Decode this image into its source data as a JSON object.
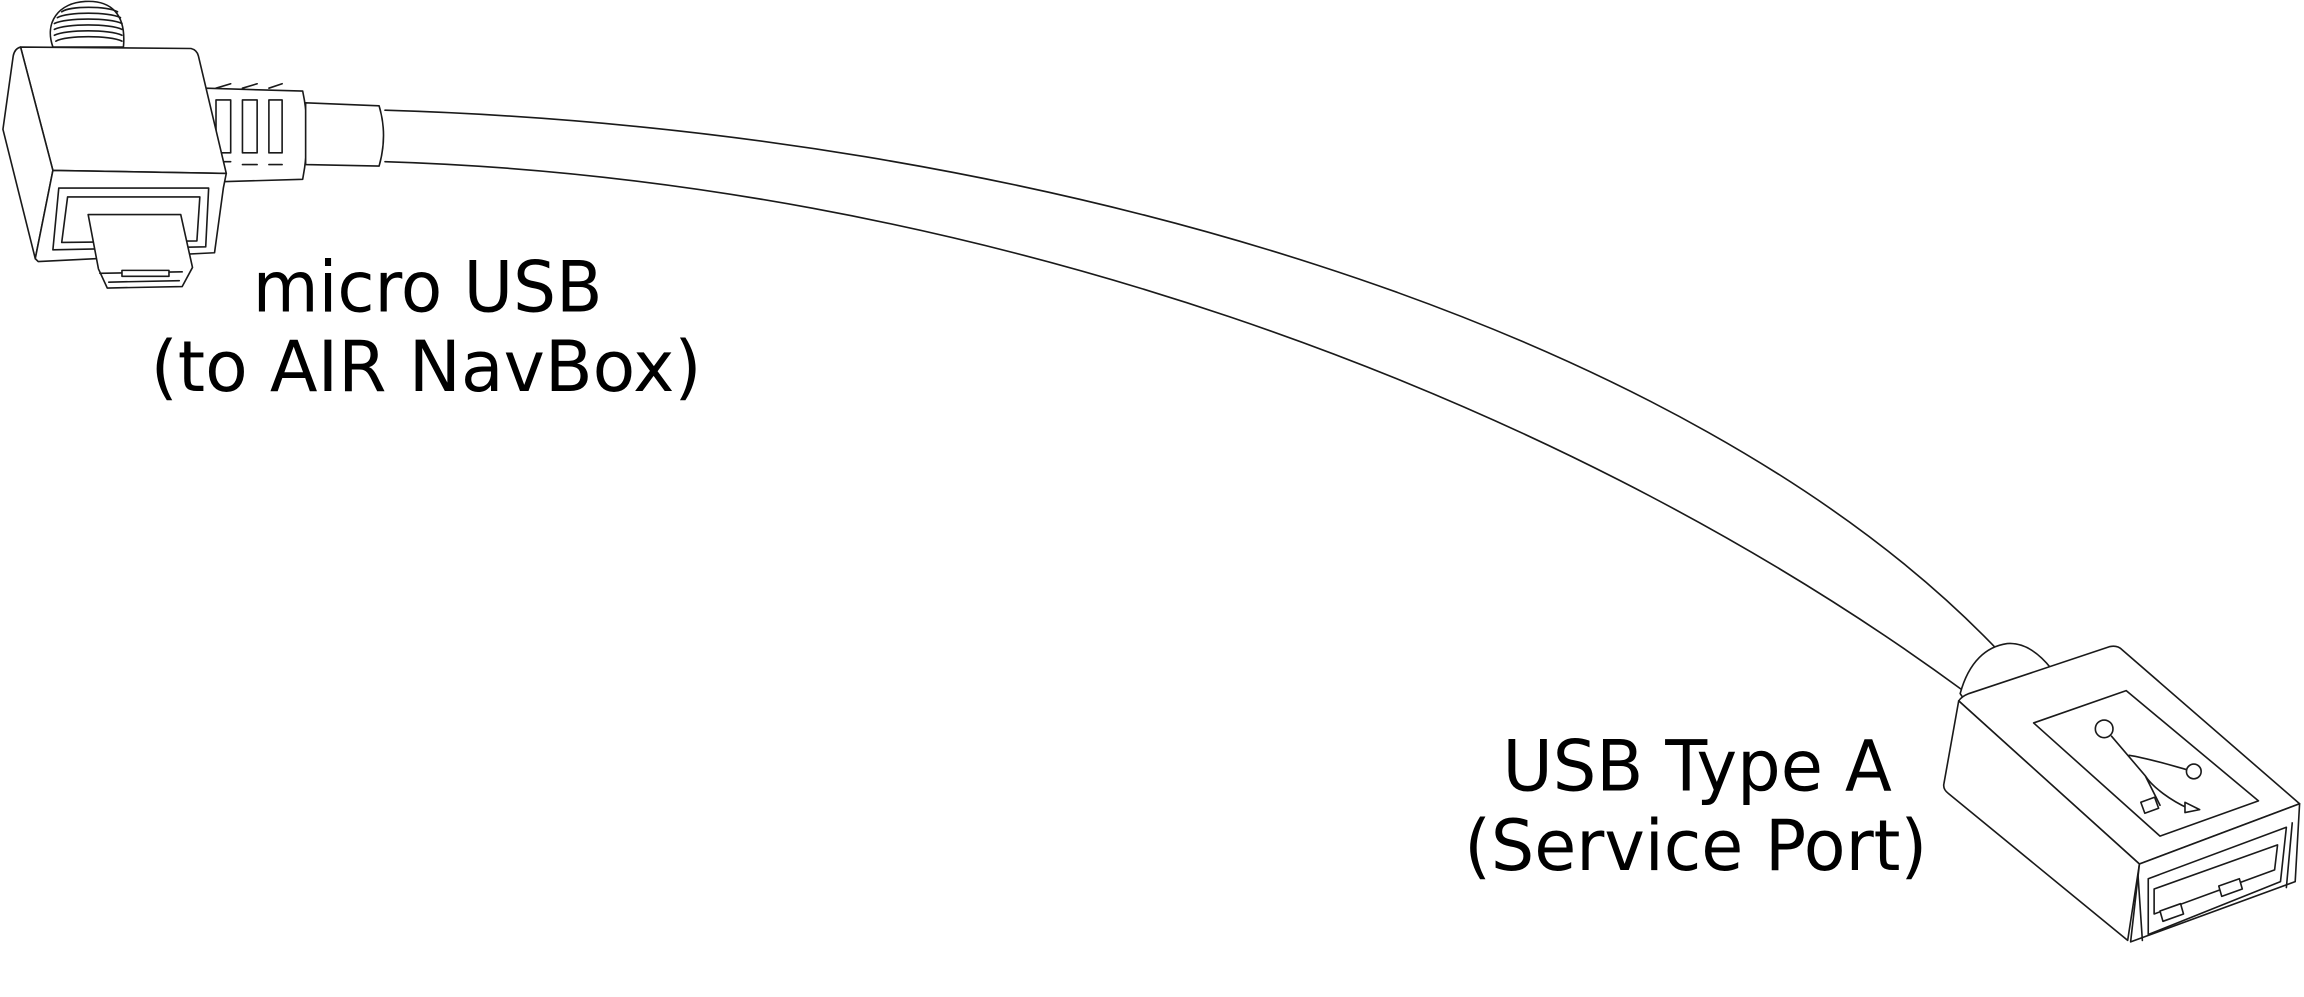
{
  "diagram": {
    "title": "USB cable adapter",
    "labels": {
      "micro_usb": {
        "line1": "micro USB",
        "line2": "(to AIR NavBox)"
      },
      "usb_type_a": {
        "line1": "USB Type A",
        "line2": "(Service Port)"
      }
    },
    "icons": [
      "usb-trident-logo-icon"
    ],
    "colors": {
      "line": "#1a1a1a",
      "background": "#ffffff",
      "text": "#000000"
    }
  }
}
